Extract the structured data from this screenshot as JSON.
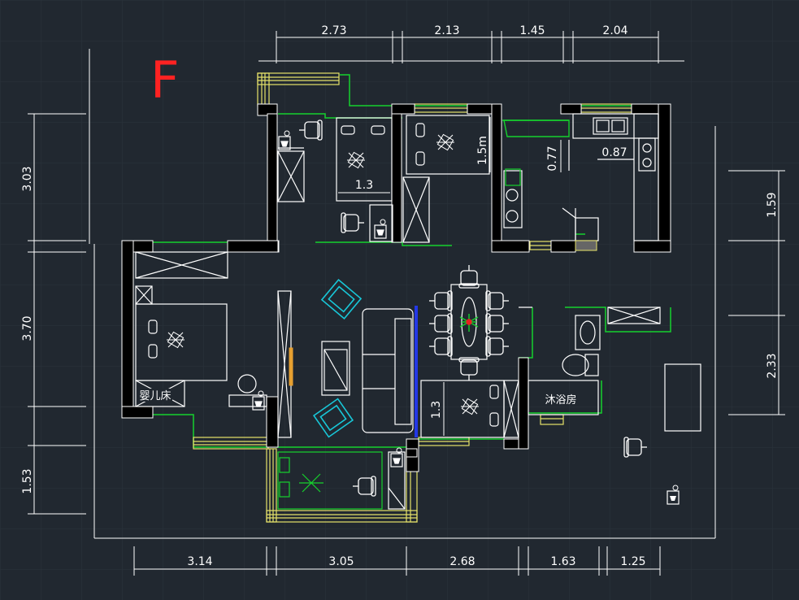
{
  "title_letter": "F",
  "colors": {
    "background": "#212830",
    "grid": "#2b333c",
    "wall": "#000000",
    "wall_outline": "#ffffff",
    "window": "#e6e26a",
    "green": "#16d12d",
    "furniture": "#ffffff",
    "cyan": "#18c7d8",
    "blue": "#2338e6",
    "title": "#ff2222"
  },
  "dimensions": {
    "top": [
      "2.73",
      "2.13",
      "1.45",
      "2.04"
    ],
    "bottom": [
      "3.14",
      "3.05",
      "2.68",
      "1.63",
      "1.25"
    ],
    "left": [
      "3.03",
      "3.70",
      "1.53"
    ],
    "right": [
      "1.59",
      "2.33"
    ]
  },
  "room_dims": {
    "bed1_width": "1.3",
    "bed2_length": "1.5m",
    "kitchen_a": "0.77",
    "kitchen_b": "0.87",
    "bath_width": "1.3"
  },
  "labels": {
    "crib": "婴儿床",
    "shower": "沐浴房"
  }
}
